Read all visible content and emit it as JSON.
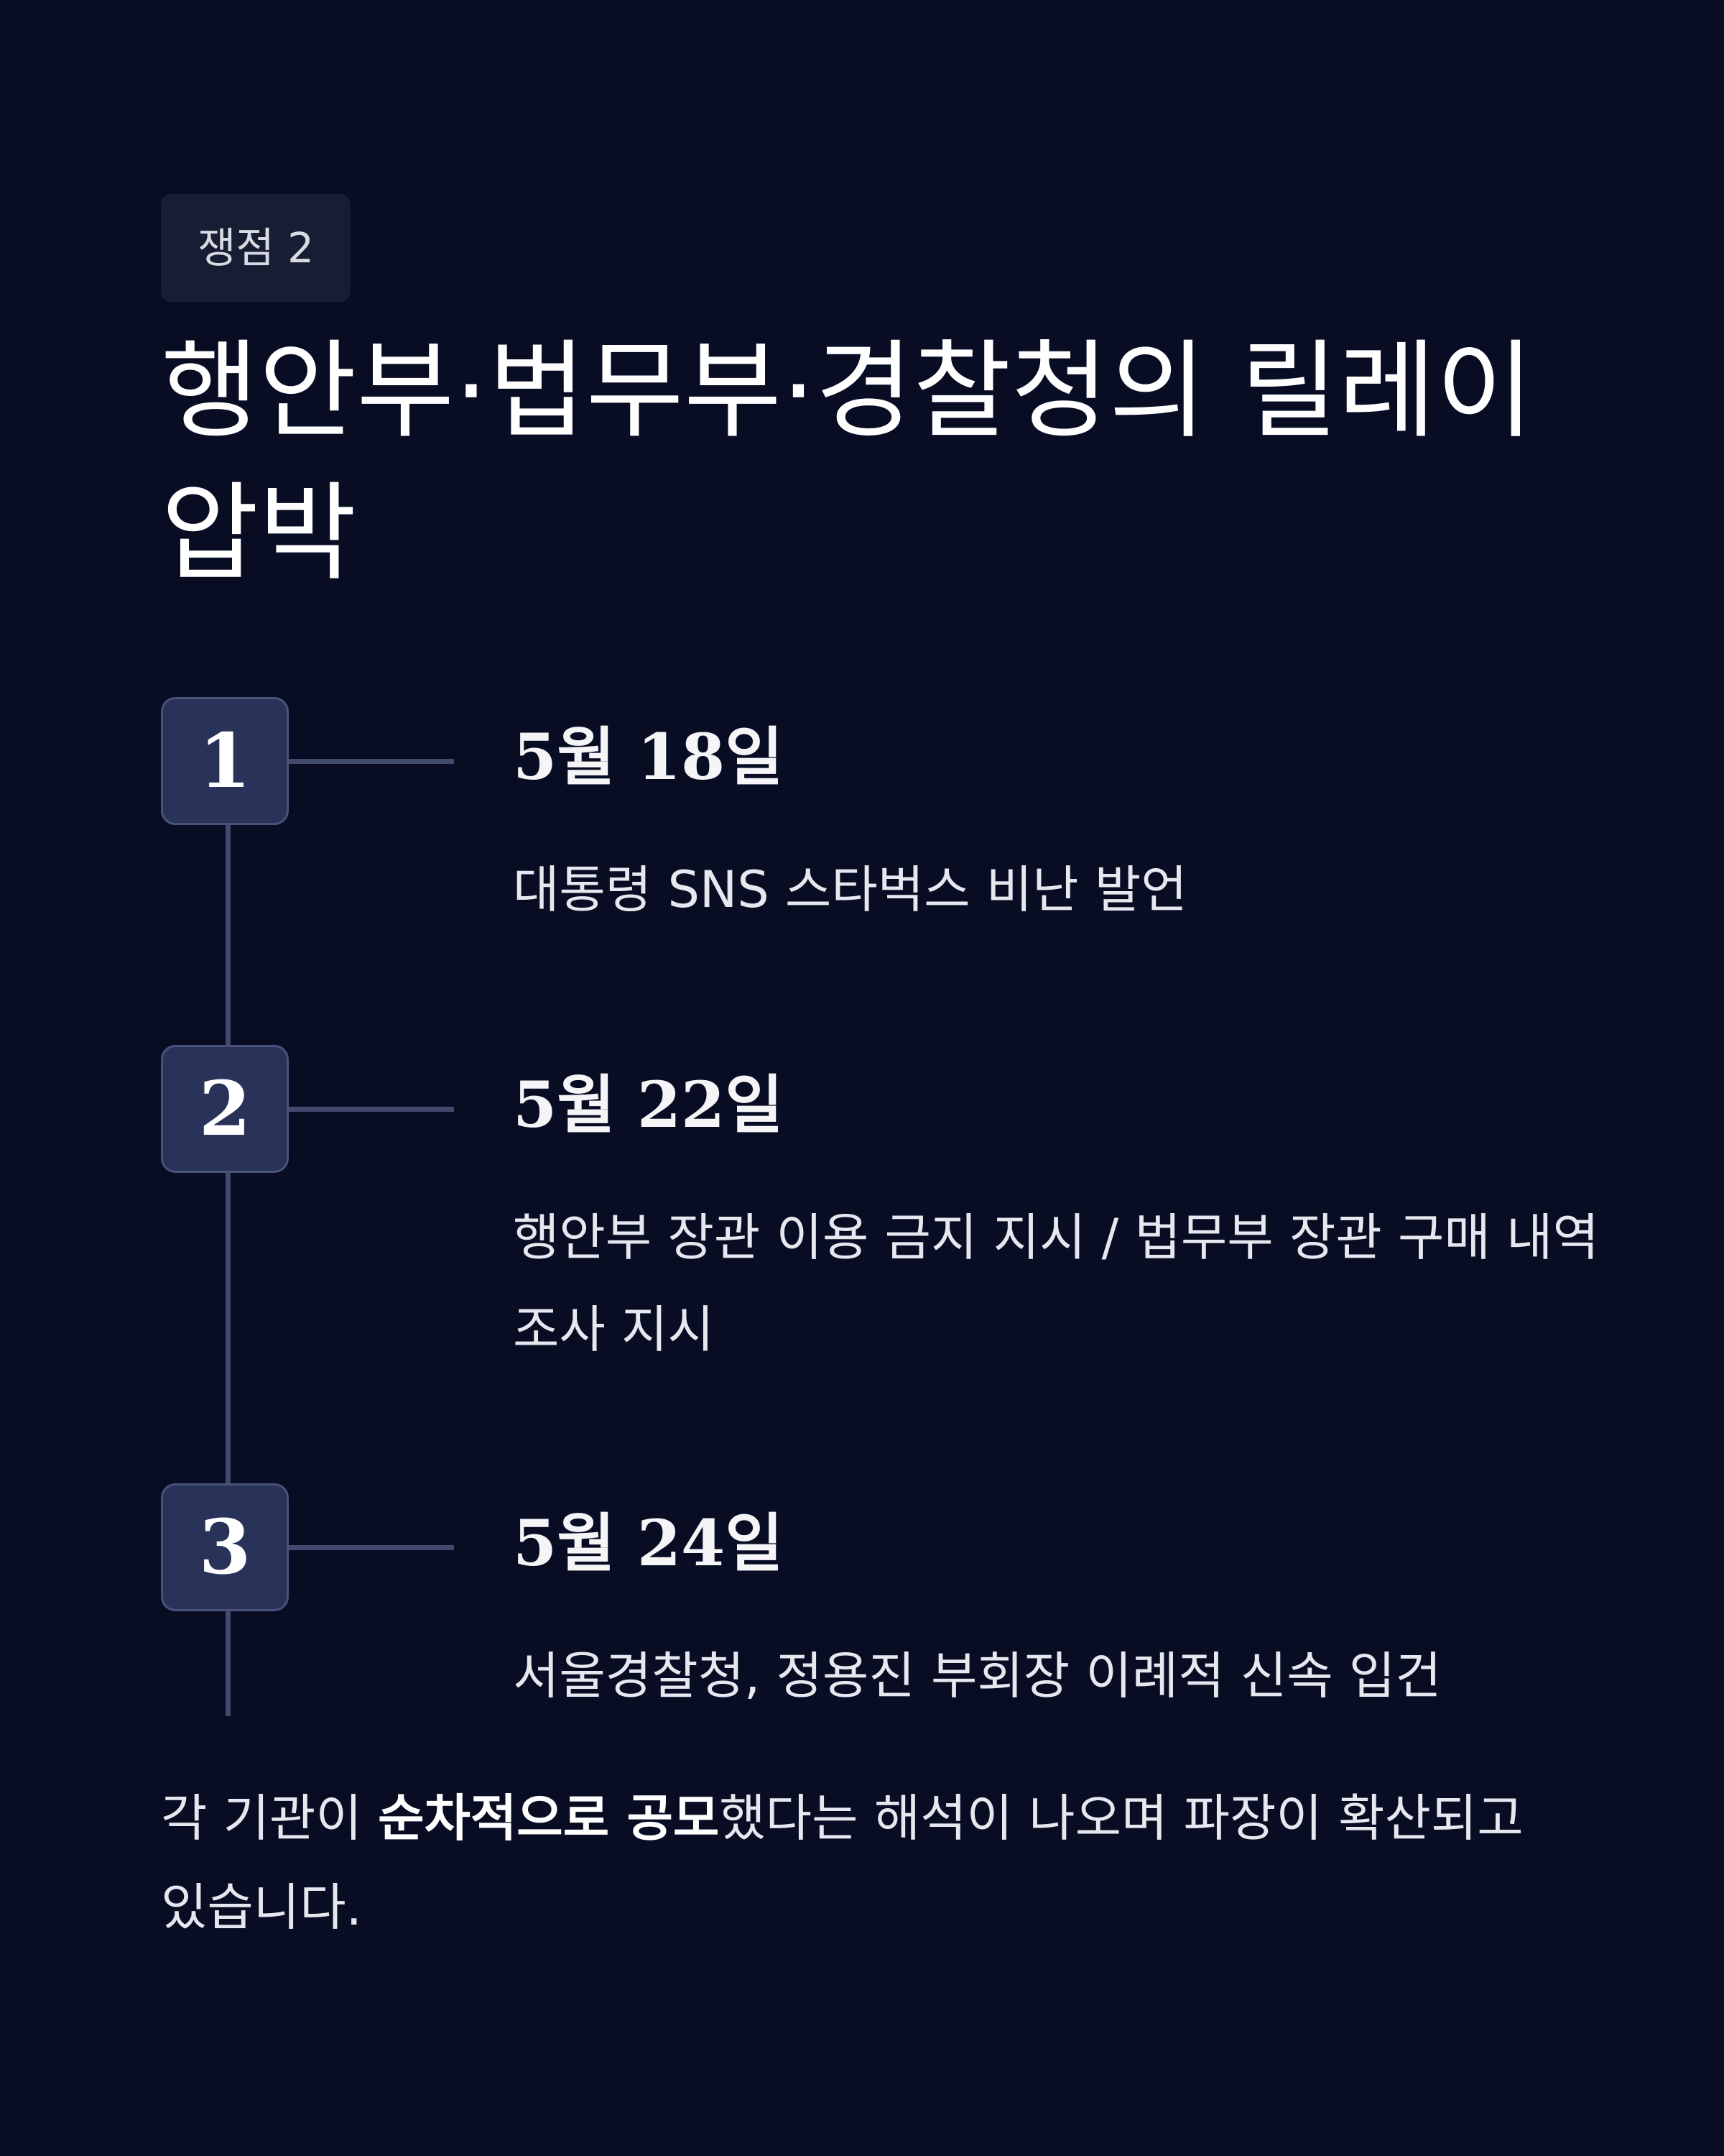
{
  "badge": {
    "label": "쟁점 2"
  },
  "title": "행안부·법무부·경찰청의 릴레이 압박",
  "timeline": [
    {
      "number": "1",
      "date": "5월 18일",
      "description": "대통령 SNS 스타벅스 비난 발언"
    },
    {
      "number": "2",
      "date": "5월 22일",
      "description": "행안부 장관 이용 금지 지시 / 법무부 장관 구매 내역 조사 지시"
    },
    {
      "number": "3",
      "date": "5월 24일",
      "description": "서울경찰청, 정용진 부회장 이례적 신속 입건"
    }
  ],
  "summary": {
    "prefix": "각 기관이 ",
    "highlight": "순차적으로 공모",
    "suffix": "했다는 해석이 나오며 파장이 확산되고 있습니다."
  },
  "colors": {
    "background": "#080d24",
    "badge_background": "#171d33",
    "number_box": "#293258",
    "line": "#414a6d",
    "text": "#ffffff"
  }
}
